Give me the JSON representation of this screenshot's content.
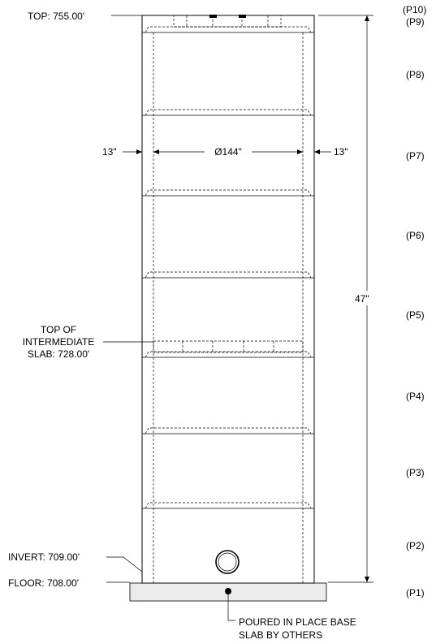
{
  "labels": {
    "top": "TOP: 755.00'",
    "intermediate_lines": [
      "TOP OF",
      "INTERMEDIATE",
      "SLAB: 728.00'"
    ],
    "invert": "INVERT: 709.00'",
    "floor": "FLOOR: 708.00'",
    "base_lines": [
      "POURED IN PLACE BASE",
      "SLAB BY OTHERS"
    ]
  },
  "dimensions": {
    "wall_left": "13\"",
    "diameter": "Ø144\"",
    "wall_right": "13\"",
    "height": "47\""
  },
  "sections": [
    "(P10)",
    "(P9)",
    "(P8)",
    "(P7)",
    "(P6)",
    "(P5)",
    "(P4)",
    "(P3)",
    "(P2)",
    "(P1)"
  ]
}
